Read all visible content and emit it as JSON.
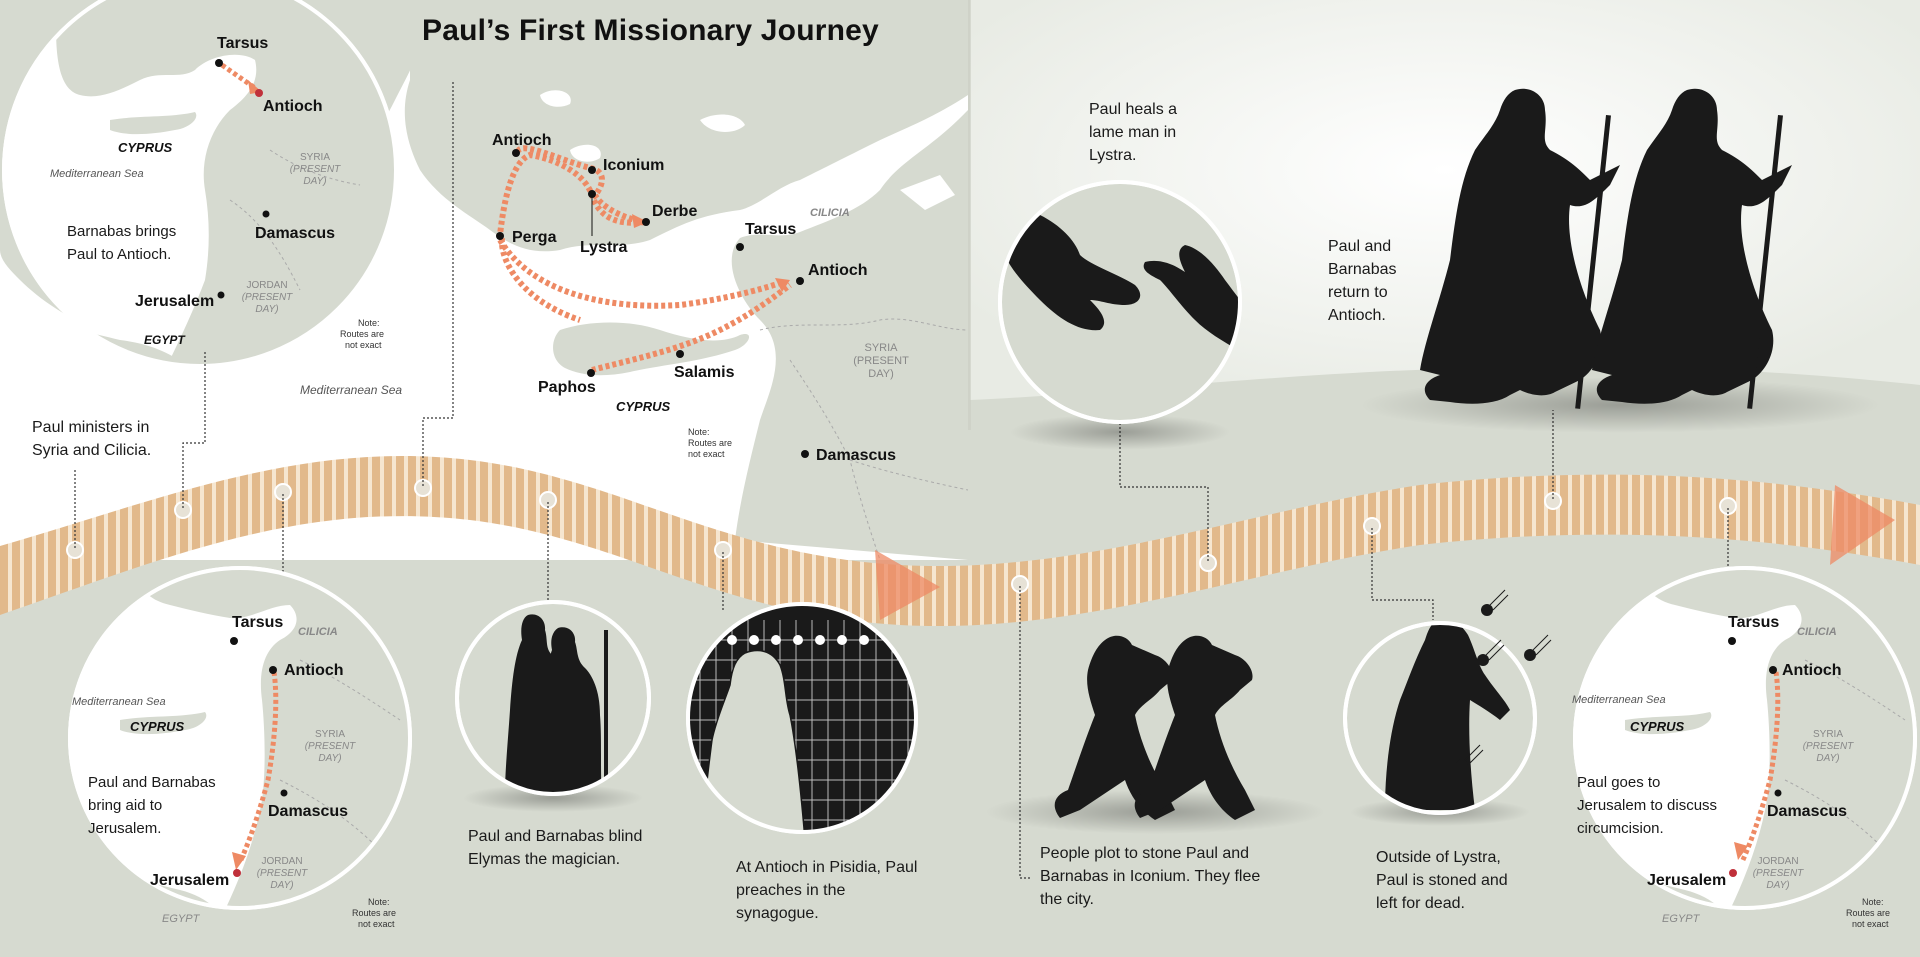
{
  "title": "Paul’s First Missionary Journey",
  "colors": {
    "land": "#d6dad0",
    "sea": "#ffffff",
    "ribbon": "#e2b98b",
    "ribbon_stripe": "#f6e6d0",
    "route": "#ee8a64",
    "city_dot": "#111111",
    "highlight_dot": "#c0303a",
    "silhouette": "#1a1a1a"
  },
  "main_map": {
    "cities": [
      "Antioch",
      "Iconium",
      "Derbe",
      "Lystra",
      "Perga",
      "Tarsus",
      "Antioch",
      "Salamis",
      "Paphos",
      "Damascus"
    ],
    "regions": [
      "CILICIA",
      "CYPRUS"
    ],
    "region_syria": [
      "SYRIA",
      "(PRESENT",
      "DAY)"
    ],
    "sea": "Mediterranean Sea",
    "note": [
      "Note:",
      "Routes are",
      "not exact"
    ]
  },
  "inset_top": {
    "cities": [
      "Tarsus",
      "Antioch",
      "Damascus",
      "Jerusalem"
    ],
    "cyprus": "CYPRUS",
    "egypt": "EGYPT",
    "sea": "Mediterranean Sea",
    "syria": [
      "SYRIA",
      "(PRESENT",
      "DAY)"
    ],
    "jordan": [
      "JORDAN",
      "(PRESENT",
      "DAY)"
    ],
    "caption": [
      "Barnabas brings",
      "Paul to Antioch."
    ],
    "note": [
      "Note:",
      "Routes are",
      "not exact"
    ]
  },
  "inset_bottom_left": {
    "cities": [
      "Tarsus",
      "Antioch",
      "Damascus",
      "Jerusalem"
    ],
    "cilicia": "CILICIA",
    "cyprus": "CYPRUS",
    "egypt": "EGYPT",
    "sea": "Mediterranean Sea",
    "syria": [
      "SYRIA",
      "(PRESENT",
      "DAY)"
    ],
    "jordan": [
      "JORDAN",
      "(PRESENT",
      "DAY)"
    ],
    "caption": [
      "Paul and Barnabas",
      "bring aid to",
      "Jerusalem."
    ],
    "note": [
      "Note:",
      "Routes are",
      "not exact"
    ]
  },
  "inset_bottom_right": {
    "cities": [
      "Tarsus",
      "Antioch",
      "Damascus",
      "Jerusalem"
    ],
    "cilicia": "CILICIA",
    "cyprus": "CYPRUS",
    "egypt": "EGYPT",
    "sea": "Mediterranean Sea",
    "syria": [
      "SYRIA",
      "(PRESENT",
      "DAY)"
    ],
    "jordan": [
      "JORDAN",
      "(PRESENT",
      "DAY)"
    ],
    "caption": [
      "Paul goes to",
      "Jerusalem to discuss",
      "circumcision."
    ],
    "note": [
      "Note:",
      "Routes are",
      "not exact"
    ]
  },
  "captions": {
    "syria_cilicia": [
      "Paul ministers in",
      "Syria and Cilicia."
    ],
    "elymas": [
      "Paul and Barnabas blind",
      "Elymas the magician."
    ],
    "pisidia": [
      "At Antioch in Pisidia, Paul",
      "preaches in the",
      "synagogue."
    ],
    "lystra_heal": [
      "Paul heals a",
      "lame man in",
      "Lystra."
    ],
    "iconium": [
      "People plot to stone Paul and",
      "Barnabas in Iconium. They flee",
      "the city."
    ],
    "stoned": [
      "Outside of Lystra,",
      "Paul is stoned and",
      "left for dead."
    ],
    "return": [
      "Paul and",
      "Barnabas",
      "return to",
      "Antioch."
    ]
  }
}
